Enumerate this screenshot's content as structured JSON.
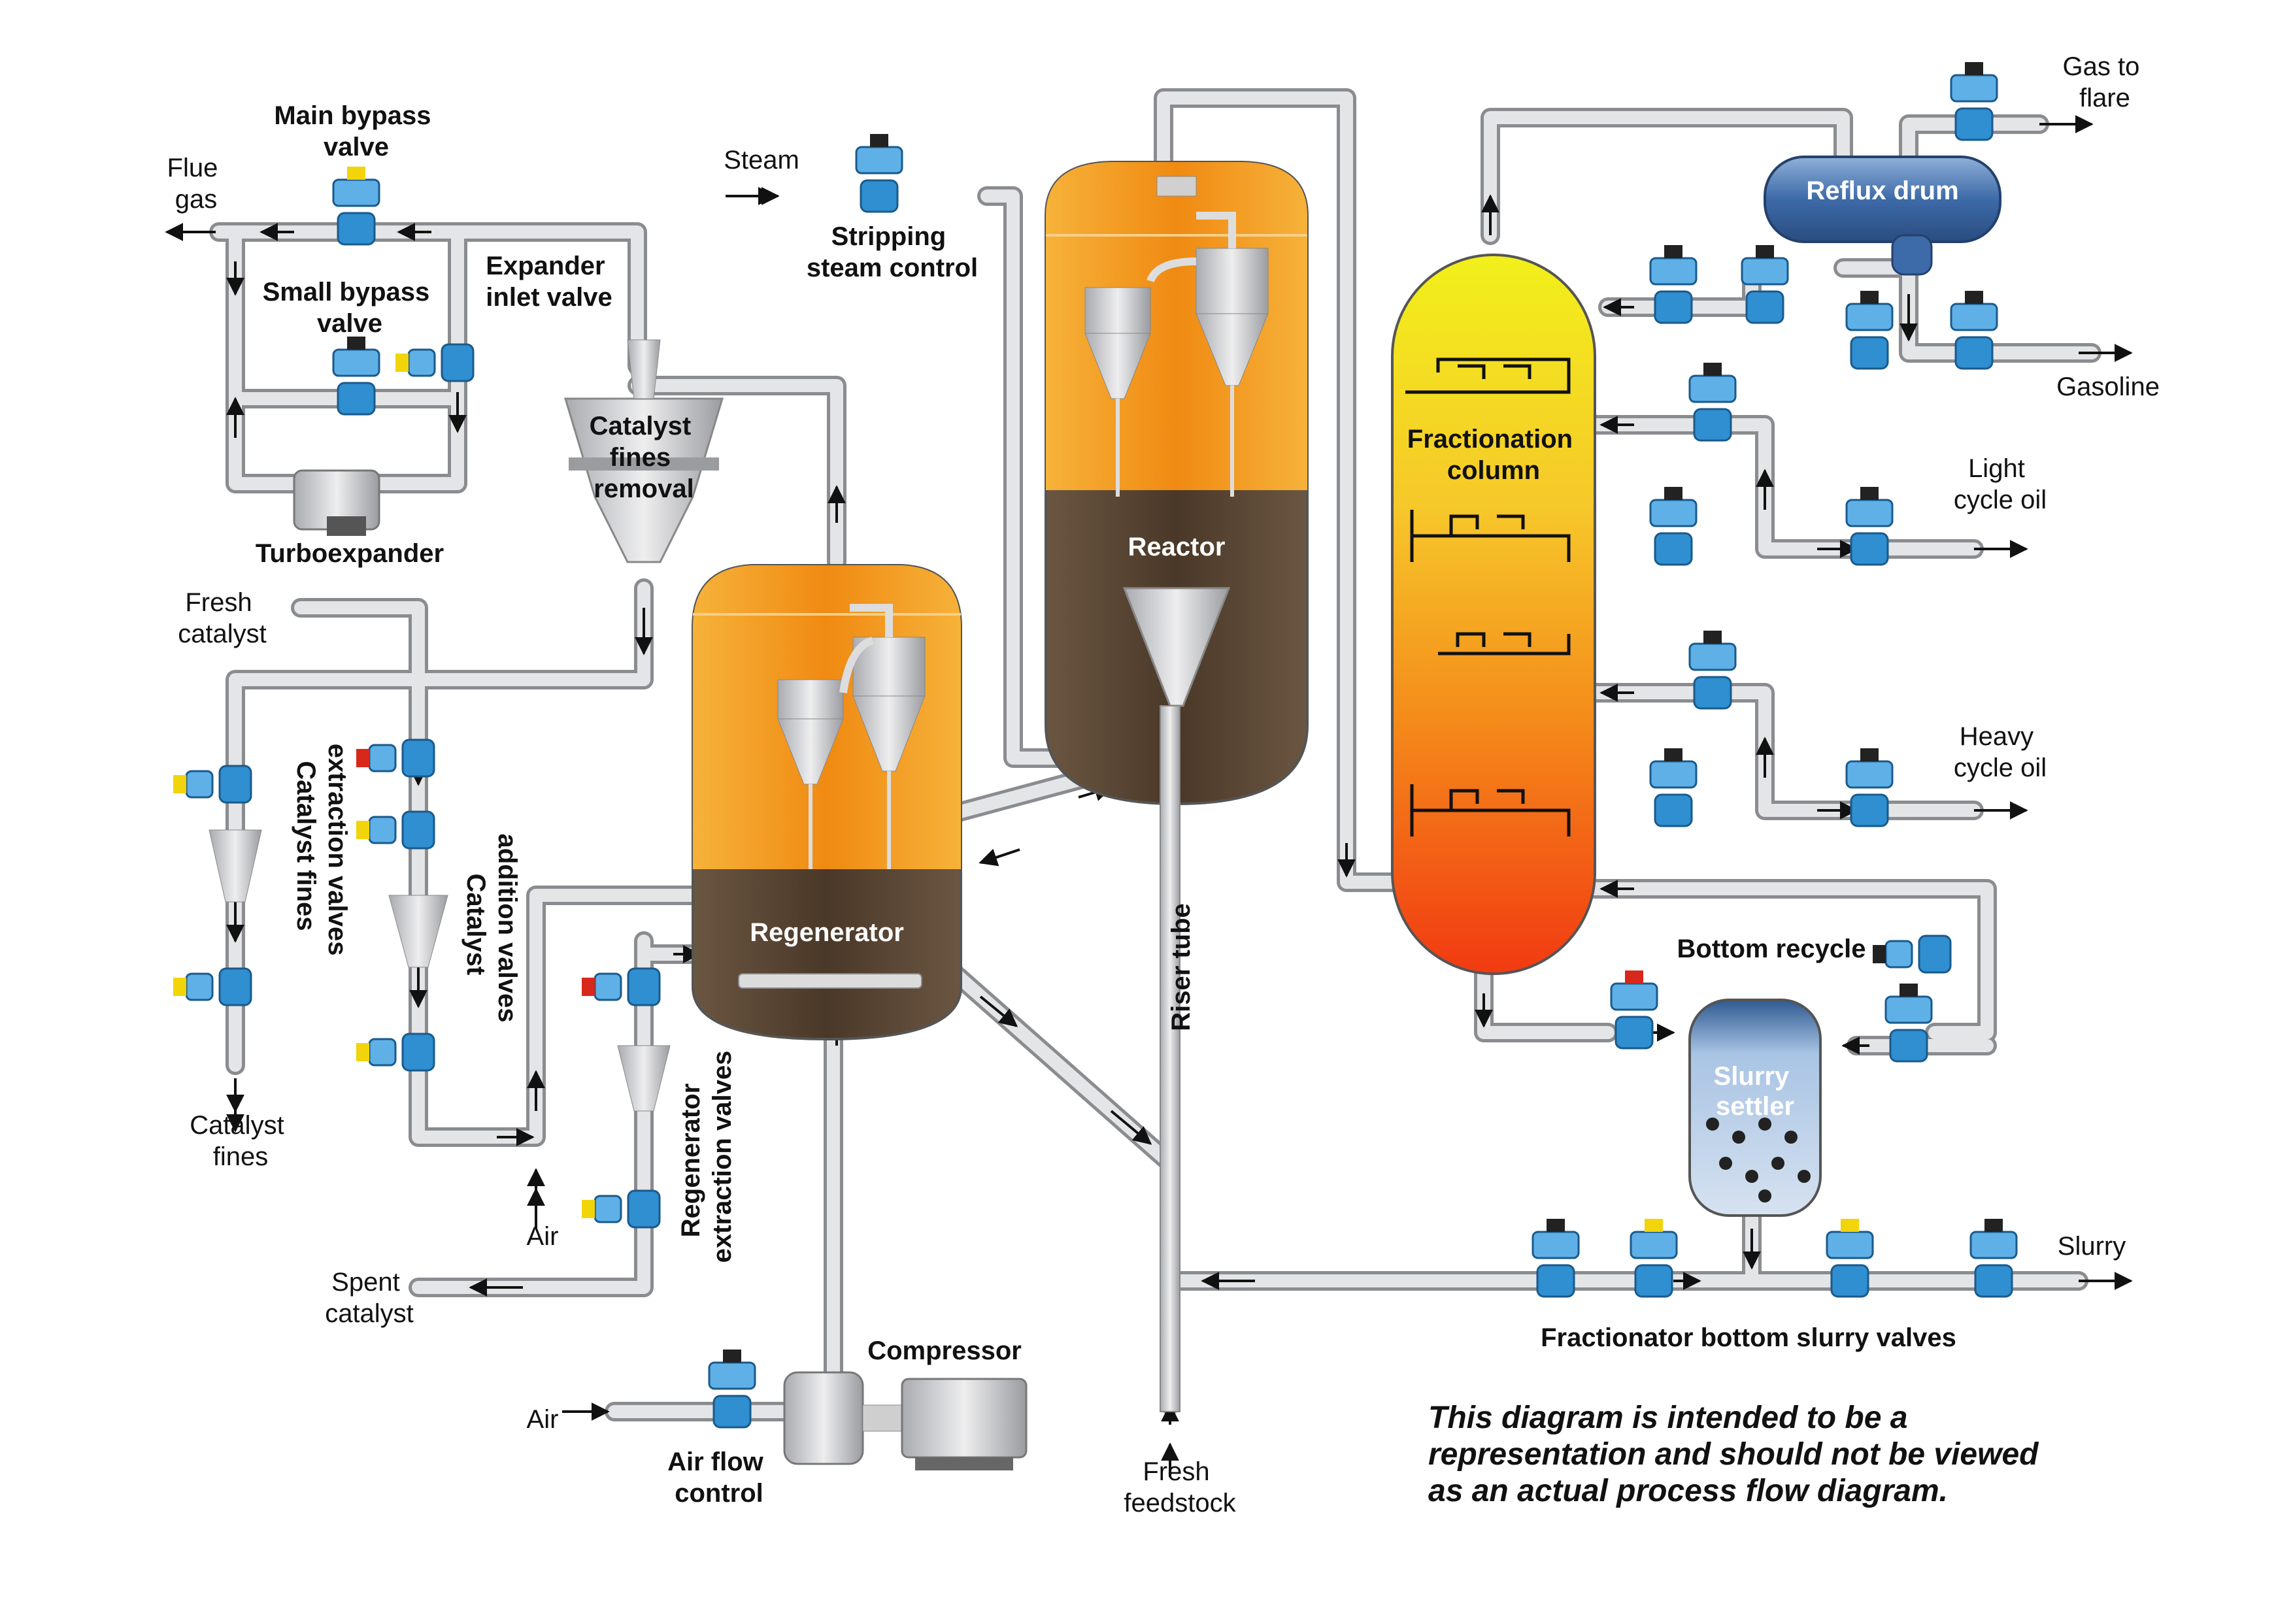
{
  "labels": {
    "main_bypass_valve": [
      "Main bypass",
      "valve"
    ],
    "flue_gas": [
      "Flue",
      "gas"
    ],
    "small_bypass_valve": [
      "Small bypass",
      "valve"
    ],
    "expander_inlet_valve": [
      "Expander",
      "inlet valve"
    ],
    "turboexpander": "Turboexpander",
    "catalyst_fines_removal": [
      "Catalyst",
      "fines",
      "removal"
    ],
    "fresh_catalyst": [
      "Fresh",
      "catalyst"
    ],
    "catalyst_fines_extraction_valves": [
      "Catalyst fines",
      "extraction valves"
    ],
    "catalyst_addition_valves": [
      "Catalyst",
      "addition valves"
    ],
    "catalyst_fines": [
      "Catalyst",
      "fines"
    ],
    "air_left": "Air",
    "spent_catalyst": [
      "Spent",
      "catalyst"
    ],
    "regenerator_extraction_valves": [
      "Regenerator",
      "extraction valves"
    ],
    "steam": "Steam",
    "stripping_steam_control": [
      "Stripping",
      "steam control"
    ],
    "regenerator": "Regenerator",
    "reactor": "Reactor",
    "riser_tube": "Riser tube",
    "compressor": "Compressor",
    "air_bottom": "Air",
    "air_flow_control": [
      "Air flow",
      "control"
    ],
    "fresh_feedstock": [
      "Fresh",
      "feedstock"
    ],
    "fractionation_column": [
      "Fractionation",
      "column"
    ],
    "reflux_drum": "Reflux drum",
    "gas_to_flare": [
      "Gas to",
      "flare"
    ],
    "gasoline": "Gasoline",
    "light_cycle_oil": [
      "Light",
      "cycle oil"
    ],
    "heavy_cycle_oil": [
      "Heavy",
      "cycle oil"
    ],
    "bottom_recycle": "Bottom recycle",
    "slurry_settler": [
      "Slurry",
      "settler"
    ],
    "slurry": "Slurry",
    "fractionator_bottom_slurry_valves": "Fractionator bottom slurry valves",
    "disclaimer": [
      "This diagram is intended to be a",
      "representation and should not be viewed",
      "as an actual process flow diagram."
    ]
  },
  "colors": {
    "pipe": "#d9dadc",
    "pipe_edge": "#8a8c90",
    "valve_blue": "#2f8fd0",
    "vessel_orange": "#f5a316",
    "vessel_brown": "#5a4634",
    "column_yellow": "#f2f01a",
    "column_red": "#f23a12",
    "reflux_drum": "#3d6aa8"
  }
}
